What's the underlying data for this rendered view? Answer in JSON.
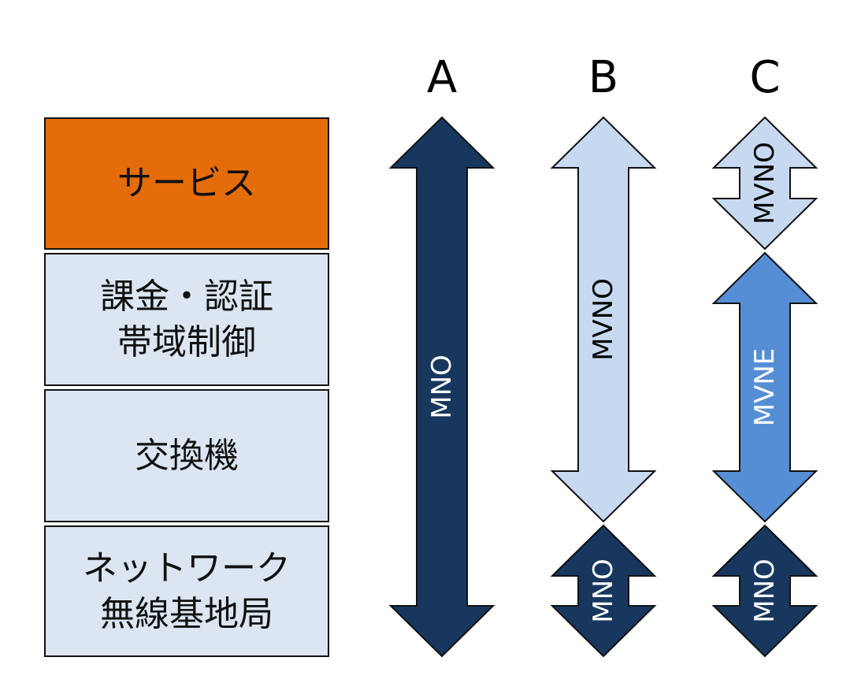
{
  "layers": [
    {
      "id": "service",
      "label": "サービス",
      "fill": "#E46C0A"
    },
    {
      "id": "billing",
      "label": "課金・認証\n帯域制御",
      "fill": "#DCE6F2"
    },
    {
      "id": "switch",
      "label": "交換機",
      "fill": "#DCE6F2"
    },
    {
      "id": "network",
      "label": "ネットワーク\n無線基地局",
      "fill": "#DCE6F2"
    }
  ],
  "columns": [
    {
      "id": "A",
      "label": "A",
      "arrows": [
        {
          "label": "MNO",
          "from_layer": 0,
          "to_layer": 3,
          "fill": "#17375E",
          "text_color": "#FFFFFF"
        }
      ]
    },
    {
      "id": "B",
      "label": "B",
      "arrows": [
        {
          "label": "MVNO",
          "from_layer": 0,
          "to_layer": 2,
          "fill": "#C6D9F1",
          "text_color": "#000000"
        },
        {
          "label": "MNO",
          "from_layer": 3,
          "to_layer": 3,
          "fill": "#17375E",
          "text_color": "#FFFFFF"
        }
      ]
    },
    {
      "id": "C",
      "label": "C",
      "arrows": [
        {
          "label": "MVNO",
          "from_layer": 0,
          "to_layer": 0,
          "fill": "#C6D9F1",
          "text_color": "#000000"
        },
        {
          "label": "MVNE",
          "from_layer": 1,
          "to_layer": 2,
          "fill": "#558ED5",
          "text_color": "#FFFFFF"
        },
        {
          "label": "MNO",
          "from_layer": 3,
          "to_layer": 3,
          "fill": "#17375E",
          "text_color": "#FFFFFF"
        }
      ]
    }
  ]
}
